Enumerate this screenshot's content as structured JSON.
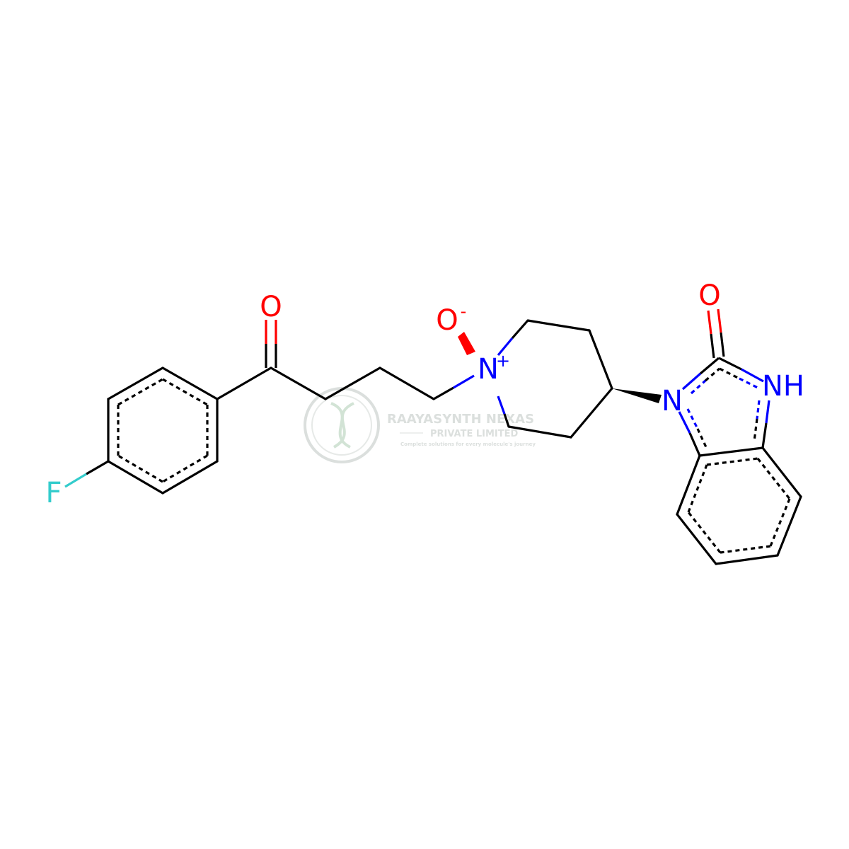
{
  "atoms": {
    "fluorine": "F",
    "ketone_oxygen": "O",
    "n_oxide_oxygen": "O",
    "n_oxide_oxygen_charge": "-",
    "piperidine_nitrogen": "N",
    "piperidine_nitrogen_charge": "+",
    "benzimidazole_n1": "N",
    "benzimidazole_nh": "NH",
    "carbonyl_oxygen": "O"
  },
  "watermark": {
    "company": "RAAYASYNTH NEXAS",
    "subtitle": "PRIVATE LIMITED",
    "tagline": "Complete solutions for every molecule's journey"
  },
  "colors": {
    "bond": "#000000",
    "oxygen": "#ff0000",
    "nitrogen": "#0000ff",
    "fluorine": "#33cccc",
    "watermark": "#9aa6a0"
  }
}
